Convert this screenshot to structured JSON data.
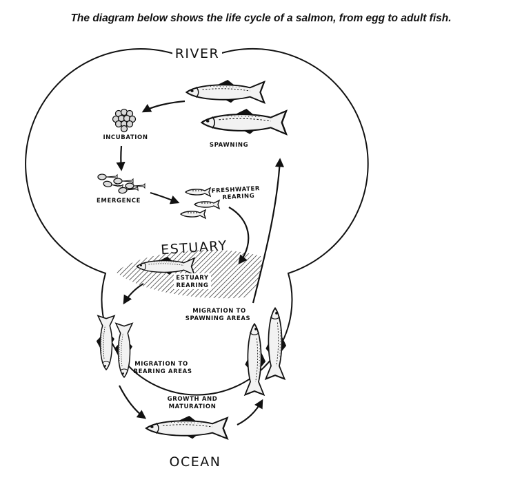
{
  "heading": "The diagram below shows the life cycle of a salmon, from egg to adult fish.",
  "regions": {
    "river": "RIVER",
    "estuary": "ESTUARY",
    "ocean": "OCEAN"
  },
  "stages": {
    "incubation": "INCUBATION",
    "spawning": "SPAWNING",
    "emergence": "EMERGENCE",
    "freshwater_rearing": [
      "FRESHWATER",
      "REARING"
    ],
    "estuary_rearing": [
      "ESTUARY",
      "REARING"
    ],
    "migration_spawning": [
      "MIGRATION TO",
      "SPAWNING AREAS"
    ],
    "migration_rearing": [
      "MIGRATION TO",
      "REARING AREAS"
    ],
    "growth_maturation": [
      "GROWTH AND",
      "MATURATION"
    ]
  },
  "colors": {
    "ink": "#111111",
    "fish_fill": "#f2f2f2"
  }
}
